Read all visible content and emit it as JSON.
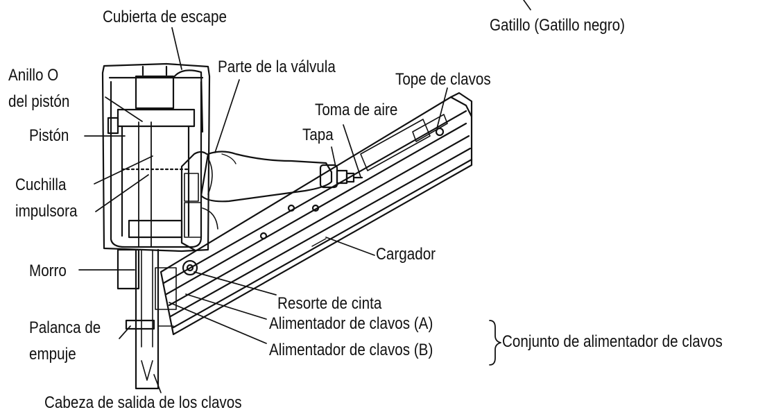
{
  "labels": {
    "exhaust_cover": "Cubierta de escape",
    "trigger": "Gatillo (Gatillo negro)",
    "piston_oring_1": "Anillo O",
    "piston_oring_2": "del pistón",
    "valve_part": "Parte de la válvula",
    "nail_stopper": "Tope de clavos",
    "air_intake": "Toma de aire",
    "cap": "Tapa",
    "piston": "Pistón",
    "driver_blade_1": "Cuchilla",
    "driver_blade_2": "impulsora",
    "magazine": "Cargador",
    "nose": "Morro",
    "spring": "Resorte de cinta",
    "feeder_a": "Alimentador de clavos (A)",
    "feeder_b": "Alimentador de clavos (B)",
    "feeder_assembly": "Conjunto de alimentador de clavos",
    "push_lever_1": "Palanca de",
    "push_lever_2": "empuje",
    "nail_outlet": "Cabeza de salida de los clavos"
  },
  "colors": {
    "line": "#111111",
    "background": "#ffffff"
  }
}
